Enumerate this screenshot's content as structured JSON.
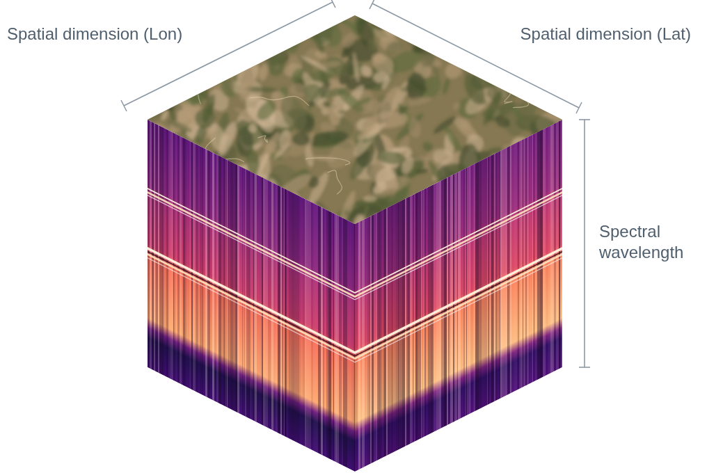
{
  "diagram": {
    "labels": [
      "Spatial dimension (Lon)",
      "Spatial dimension (Lat)",
      "Spectral wavelength"
    ]
  }
}
